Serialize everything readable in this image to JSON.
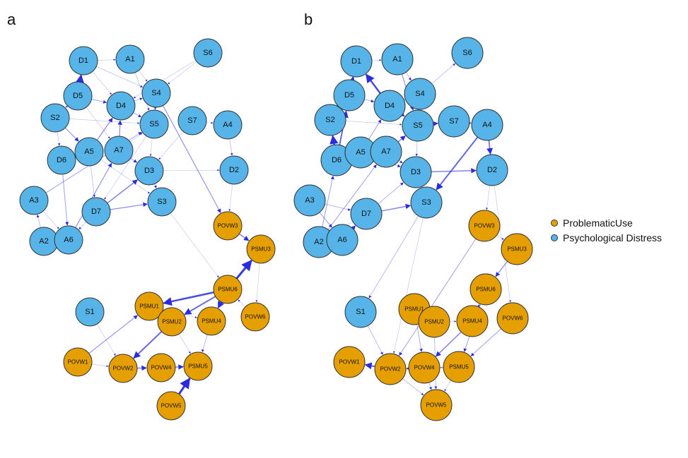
{
  "colors": {
    "problematic": "#E69F00",
    "distress": "#56B4E9",
    "edge": "#2B2BE0",
    "stroke": "#333333"
  },
  "legend": {
    "items": [
      {
        "label": "ProblematicUse",
        "color": "#E69F00"
      },
      {
        "label": "Psychological Distress",
        "color": "#56B4E9"
      }
    ]
  },
  "panels": [
    {
      "label": "a",
      "nodes": [
        {
          "id": "D1",
          "g": "d"
        },
        {
          "id": "A1",
          "g": "d"
        },
        {
          "id": "S6",
          "g": "d"
        },
        {
          "id": "D5",
          "g": "d"
        },
        {
          "id": "S4",
          "g": "d"
        },
        {
          "id": "D4",
          "g": "d"
        },
        {
          "id": "S2",
          "g": "d"
        },
        {
          "id": "S5",
          "g": "d"
        },
        {
          "id": "S7",
          "g": "d"
        },
        {
          "id": "A4",
          "g": "d"
        },
        {
          "id": "D6",
          "g": "d"
        },
        {
          "id": "A5",
          "g": "d"
        },
        {
          "id": "A7",
          "g": "d"
        },
        {
          "id": "D3",
          "g": "d"
        },
        {
          "id": "D2",
          "g": "d"
        },
        {
          "id": "A3",
          "g": "d"
        },
        {
          "id": "D7",
          "g": "d"
        },
        {
          "id": "S3",
          "g": "d"
        },
        {
          "id": "A2",
          "g": "d"
        },
        {
          "id": "A6",
          "g": "d"
        },
        {
          "id": "S1",
          "g": "d"
        },
        {
          "id": "POVW3",
          "g": "p"
        },
        {
          "id": "PSMU3",
          "g": "p"
        },
        {
          "id": "PSMU6",
          "g": "p"
        },
        {
          "id": "PSMU1",
          "g": "p"
        },
        {
          "id": "PSMU2",
          "g": "p"
        },
        {
          "id": "PSMU4",
          "g": "p"
        },
        {
          "id": "POVW6",
          "g": "p"
        },
        {
          "id": "POVW1",
          "g": "p"
        },
        {
          "id": "POVW2",
          "g": "p"
        },
        {
          "id": "POVW4",
          "g": "p"
        },
        {
          "id": "PSMU5",
          "g": "p"
        },
        {
          "id": "POVW5",
          "g": "p"
        }
      ],
      "edges": [
        [
          "D5",
          "D1",
          3
        ],
        [
          "POVW5",
          "PSMU5",
          3
        ],
        [
          "PSMU6",
          "PSMU3",
          3
        ],
        [
          "PSMU6",
          "PSMU1",
          2.5
        ],
        [
          "PSMU6",
          "PSMU2",
          2
        ],
        [
          "PSMU6",
          "PSMU4",
          2
        ],
        [
          "PSMU2",
          "POVW2",
          2
        ],
        [
          "POVW2",
          "POVW4",
          1.5
        ],
        [
          "POVW4",
          "PSMU5",
          1.5
        ],
        [
          "POVW1",
          "PSMU1",
          1.2
        ],
        [
          "POVW3",
          "PSMU3",
          1.5
        ],
        [
          "S4",
          "POVW3",
          1.2
        ],
        [
          "A5",
          "D4",
          1.3
        ],
        [
          "A7",
          "D4",
          1.3
        ],
        [
          "D7",
          "D3",
          1.5
        ],
        [
          "D7",
          "S3",
          1.3
        ],
        [
          "A6",
          "A7",
          1.2
        ],
        [
          "S2",
          "A5",
          1.2
        ],
        [
          "D5",
          "D4",
          1
        ],
        [
          "A3",
          "S5",
          1
        ],
        [
          "D4",
          "S5",
          0.9
        ],
        [
          "S4",
          "S5",
          0.9
        ],
        [
          "A7",
          "D3",
          1
        ],
        [
          "D3",
          "S3",
          0.8
        ],
        [
          "D6",
          "A6",
          1
        ],
        [
          "A2",
          "A3",
          0.8
        ],
        [
          "D1",
          "S4",
          0.7
        ],
        [
          "A1",
          "S5",
          0.7
        ],
        [
          "D4",
          "S4",
          0.8
        ],
        [
          "S2",
          "D6",
          0.7
        ],
        [
          "A5",
          "D7",
          0.7
        ],
        [
          "S7",
          "D3",
          0.6
        ],
        [
          "A4",
          "D2",
          0.7
        ],
        [
          "PSMU1",
          "PSMU2",
          0.8
        ],
        [
          "PSMU4",
          "PSMU5",
          0.8
        ],
        [
          "POVW6",
          "PSMU6",
          0.6
        ],
        [
          "S1",
          "POVW2",
          0.5
        ],
        [
          "PSMU2",
          "PSMU5",
          0.6
        ],
        [
          "D2",
          "POVW3",
          0.5
        ],
        [
          "S6",
          "D4",
          0.5
        ],
        [
          "S6",
          "S4",
          0.5
        ],
        [
          "D1",
          "A1",
          0.5
        ],
        [
          "D5",
          "S2",
          0.6
        ],
        [
          "A7",
          "S5",
          0.6
        ],
        [
          "D6",
          "A5",
          0.6
        ],
        [
          "A3",
          "A6",
          0.6
        ],
        [
          "D7",
          "A6",
          0.7
        ],
        [
          "S3",
          "PSMU6",
          0.4
        ],
        [
          "D3",
          "D2",
          0.4
        ],
        [
          "A1",
          "S4",
          0.5
        ],
        [
          "S2",
          "S5",
          0.5
        ],
        [
          "D5",
          "A7",
          0.5
        ],
        [
          "PSMU3",
          "POVW6",
          0.4
        ],
        [
          "POVW1",
          "POVW2",
          0.5
        ],
        [
          "PSMU1",
          "PSMU4",
          0.5
        ],
        [
          "S5",
          "D7",
          0.5
        ],
        [
          "S4",
          "D3",
          0.5
        ],
        [
          "A5",
          "S3",
          0.5
        ],
        [
          "S7",
          "A4",
          0.4
        ],
        [
          "D1",
          "D4",
          0.5
        ]
      ]
    },
    {
      "label": "b",
      "nodes": [
        {
          "id": "D1",
          "g": "d"
        },
        {
          "id": "A1",
          "g": "d"
        },
        {
          "id": "S6",
          "g": "d"
        },
        {
          "id": "D5",
          "g": "d"
        },
        {
          "id": "S4",
          "g": "d"
        },
        {
          "id": "D4",
          "g": "d"
        },
        {
          "id": "S2",
          "g": "d"
        },
        {
          "id": "S5",
          "g": "d"
        },
        {
          "id": "S7",
          "g": "d"
        },
        {
          "id": "A4",
          "g": "d"
        },
        {
          "id": "D6",
          "g": "d"
        },
        {
          "id": "A5",
          "g": "d"
        },
        {
          "id": "A7",
          "g": "d"
        },
        {
          "id": "D3",
          "g": "d"
        },
        {
          "id": "D2",
          "g": "d"
        },
        {
          "id": "A3",
          "g": "d"
        },
        {
          "id": "D7",
          "g": "d"
        },
        {
          "id": "S3",
          "g": "d"
        },
        {
          "id": "A2",
          "g": "d"
        },
        {
          "id": "A6",
          "g": "d"
        },
        {
          "id": "S1",
          "g": "d"
        },
        {
          "id": "POVW3",
          "g": "p"
        },
        {
          "id": "PSMU3",
          "g": "p"
        },
        {
          "id": "PSMU6",
          "g": "p"
        },
        {
          "id": "PSMU1",
          "g": "p"
        },
        {
          "id": "PSMU2",
          "g": "p"
        },
        {
          "id": "PSMU4",
          "g": "p"
        },
        {
          "id": "POVW6",
          "g": "p"
        },
        {
          "id": "POVW1",
          "g": "p"
        },
        {
          "id": "POVW2",
          "g": "p"
        },
        {
          "id": "POVW4",
          "g": "p"
        },
        {
          "id": "PSMU5",
          "g": "p"
        },
        {
          "id": "POVW5",
          "g": "p"
        }
      ],
      "edges": [
        [
          "D5",
          "D1",
          3
        ],
        [
          "D4",
          "D1",
          2.5
        ],
        [
          "D6",
          "S2",
          2.5
        ],
        [
          "D6",
          "D5",
          2
        ],
        [
          "A4",
          "S3",
          2
        ],
        [
          "A4",
          "D2",
          1.8
        ],
        [
          "D3",
          "D2",
          1.5
        ],
        [
          "D7",
          "S3",
          1.5
        ],
        [
          "A7",
          "S5",
          1.5
        ],
        [
          "S5",
          "S7",
          1.3
        ],
        [
          "S7",
          "A4",
          1.2
        ],
        [
          "D4",
          "S5",
          1.3
        ],
        [
          "A1",
          "S5",
          1.2
        ],
        [
          "A6",
          "D7",
          1.5
        ],
        [
          "PSMU5",
          "POVW2",
          1.5
        ],
        [
          "POVW2",
          "POVW1",
          2
        ],
        [
          "PSMU4",
          "POVW4",
          1.5
        ],
        [
          "PSMU3",
          "PSMU6",
          1.3
        ],
        [
          "POVW3",
          "POVW2",
          1
        ],
        [
          "PSMU6",
          "PSMU5",
          1
        ],
        [
          "POVW6",
          "PSMU5",
          1
        ],
        [
          "PSMU1",
          "POVW4",
          0.9
        ],
        [
          "PSMU2",
          "POVW5",
          0.8
        ],
        [
          "POVW4",
          "POVW5",
          0.8
        ],
        [
          "S1",
          "POVW2",
          0.8
        ],
        [
          "S3",
          "S1",
          0.8
        ],
        [
          "S4",
          "S6",
          0.7
        ],
        [
          "D5",
          "D4",
          0.9
        ],
        [
          "S2",
          "D5",
          1
        ],
        [
          "A5",
          "D4",
          1
        ],
        [
          "A3",
          "A6",
          1
        ],
        [
          "A2",
          "A7",
          1
        ],
        [
          "D7",
          "D3",
          0.9
        ],
        [
          "A5",
          "D3",
          0.9
        ],
        [
          "D6",
          "A5",
          0.9
        ],
        [
          "A3",
          "D7",
          0.8
        ],
        [
          "A2",
          "D6",
          1
        ],
        [
          "S4",
          "S5",
          0.8
        ],
        [
          "A1",
          "S4",
          0.8
        ],
        [
          "D1",
          "A1",
          0.6
        ],
        [
          "D4",
          "S4",
          0.7
        ],
        [
          "A7",
          "D3",
          0.8
        ],
        [
          "S5",
          "D3",
          0.7
        ],
        [
          "D3",
          "S3",
          0.6
        ],
        [
          "PSMU4",
          "PSMU6",
          0.7
        ],
        [
          "POVW3",
          "PSMU3",
          0.6
        ],
        [
          "PSMU2",
          "PSMU4",
          0.6
        ],
        [
          "POVW2",
          "POVW5",
          0.7
        ],
        [
          "PSMU5",
          "POVW5",
          0.6
        ],
        [
          "S3",
          "POVW2",
          0.5
        ],
        [
          "D2",
          "POVW3",
          0.5
        ],
        [
          "D2",
          "POVW6",
          0.5
        ],
        [
          "PSMU1",
          "PSMU2",
          0.5
        ],
        [
          "D7",
          "A2",
          0.6
        ],
        [
          "S2",
          "S5",
          0.5
        ]
      ]
    }
  ]
}
